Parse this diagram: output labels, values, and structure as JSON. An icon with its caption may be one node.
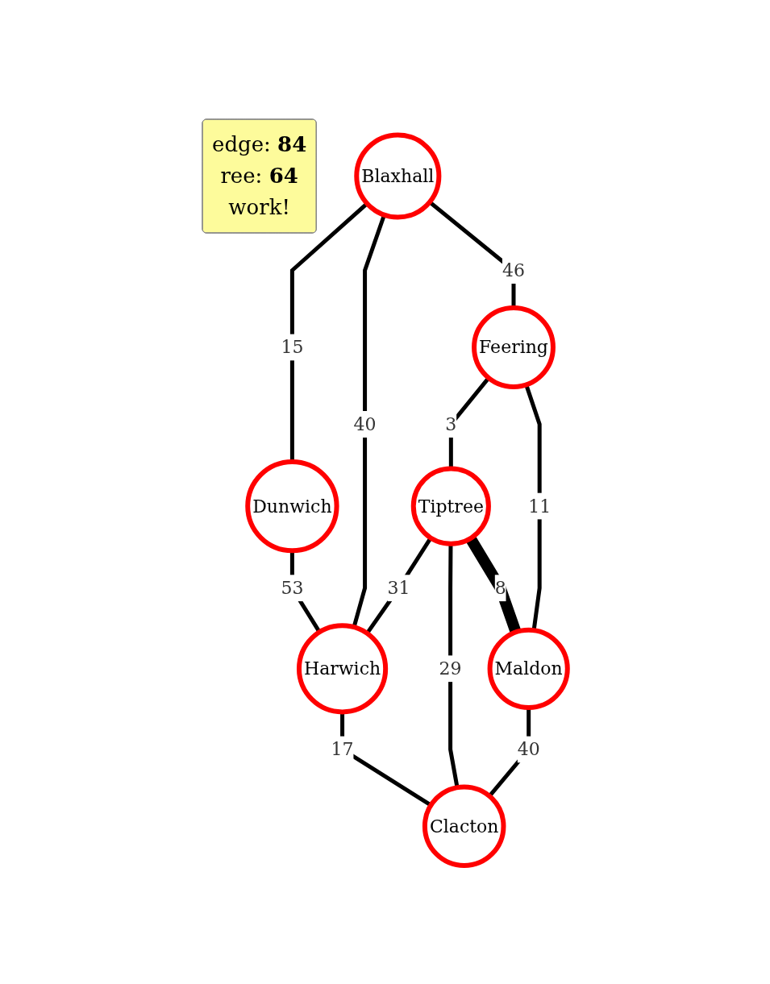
{
  "diagram": {
    "nodes": [
      {
        "text": [
          "edge: **84**",
          "ree: **64**",
          "work!"
        ]
      },
      {
        "text": [
          "Dunwich"
        ]
      },
      {
        "text": [
          "Blaxhall"
        ]
      },
      {
        "text": [
          "Harwich"
        ]
      },
      {
        "text": [
          "Feering"
        ]
      },
      {
        "text": [
          "Tiptree"
        ]
      },
      {
        "text": [
          "Clacton"
        ]
      },
      {
        "text": [
          "Maldon"
        ]
      }
    ],
    "edges": [
      {
        "from": 2,
        "to": 1,
        "arrow": "none",
        "label": "15"
      },
      {
        "from": 1,
        "to": 3,
        "arrow": "none",
        "label": "53"
      },
      {
        "from": 2,
        "to": 3,
        "arrow": "none",
        "label": "40"
      },
      {
        "from": 2,
        "to": 4,
        "arrow": "none",
        "label": "46"
      },
      {
        "from": 4,
        "to": 5,
        "arrow": "none",
        "label": "3"
      },
      {
        "from": 5,
        "to": 3,
        "arrow": "none",
        "label": "31"
      },
      {
        "from": 3,
        "to": 6,
        "arrow": "none",
        "label": "17"
      },
      {
        "from": 5,
        "to": 6,
        "arrow": "none",
        "label": "29"
      },
      {
        "from": 5,
        "to": 7,
        "arrow": "none",
        "label": "8",
        "style": "thick"
      },
      {
        "from": 4,
        "to": 7,
        "arrow": "none",
        "label": "11"
      },
      {
        "from": 7,
        "to": 6,
        "arrow": "none",
        "label": "40"
      }
    ]
  }
}
